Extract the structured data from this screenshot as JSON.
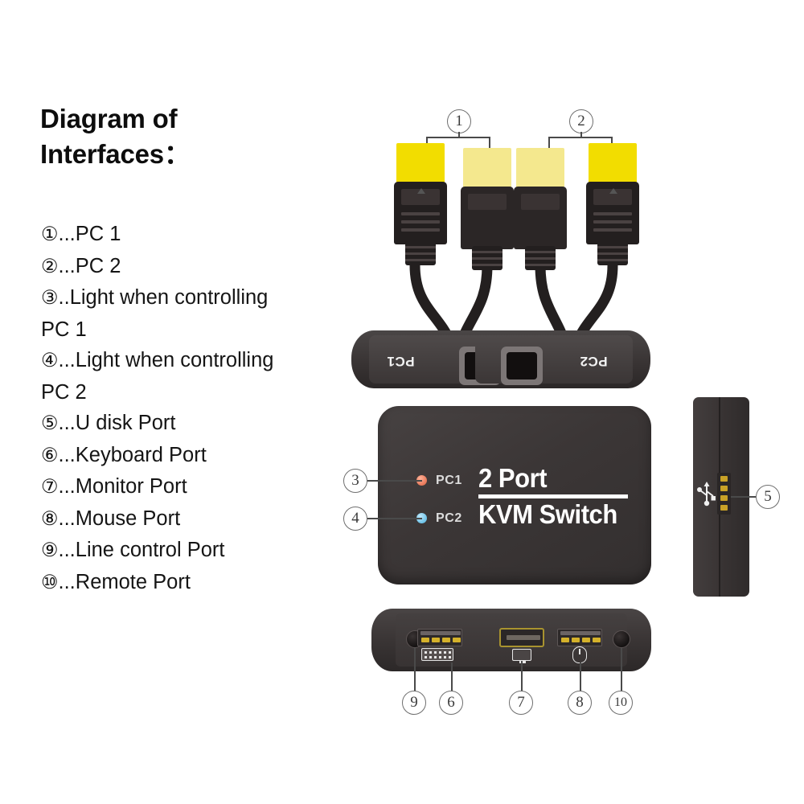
{
  "legend": {
    "title_line1": "Diagram of",
    "title_line2": "Interfaces：",
    "items": [
      {
        "num": "①",
        "dots": "...",
        "label": "PC 1"
      },
      {
        "num": "②",
        "dots": "...",
        "label": "PC 2"
      },
      {
        "num": "③",
        "dots": "..",
        "label": "Light when controlling PC 1"
      },
      {
        "num": "④",
        "dots": "...",
        "label": "Light when controlling PC 2"
      },
      {
        "num": "⑤",
        "dots": "...",
        "label": "U disk Port"
      },
      {
        "num": "⑥",
        "dots": "...",
        "label": "Keyboard Port"
      },
      {
        "num": "⑦",
        "dots": "...",
        "label": "Monitor Port"
      },
      {
        "num": "⑧",
        "dots": "...",
        "label": "Mouse Port"
      },
      {
        "num": "⑨",
        "dots": "...",
        "label": "Line control Port"
      },
      {
        "num": "⑩",
        "dots": "...",
        "label": "Remote Port"
      }
    ]
  },
  "callouts": {
    "c1": "1",
    "c2": "2",
    "c3": "3",
    "c4": "4",
    "c5": "5",
    "c6": "6",
    "c7": "7",
    "c8": "8",
    "c9": "9",
    "c10": "10"
  },
  "device": {
    "brand_line1": "2 Port",
    "brand_line2": "KVM Switch",
    "led_pc1_label": "PC1",
    "led_pc2_label": "PC2",
    "top_label_pc1": "PC1",
    "top_label_pc2": "PC2"
  },
  "colors": {
    "led_pc1": "#e8795a",
    "led_pc2": "#6fc3e8",
    "hdmi_gold_bright": "#f2dd00",
    "hdmi_gold_pale": "#f4e88e",
    "shell_dark": "#231f1f",
    "body_dark": "#3b3636",
    "contact_gold": "#d4b12b",
    "callout_stroke": "#6e6e6e"
  }
}
